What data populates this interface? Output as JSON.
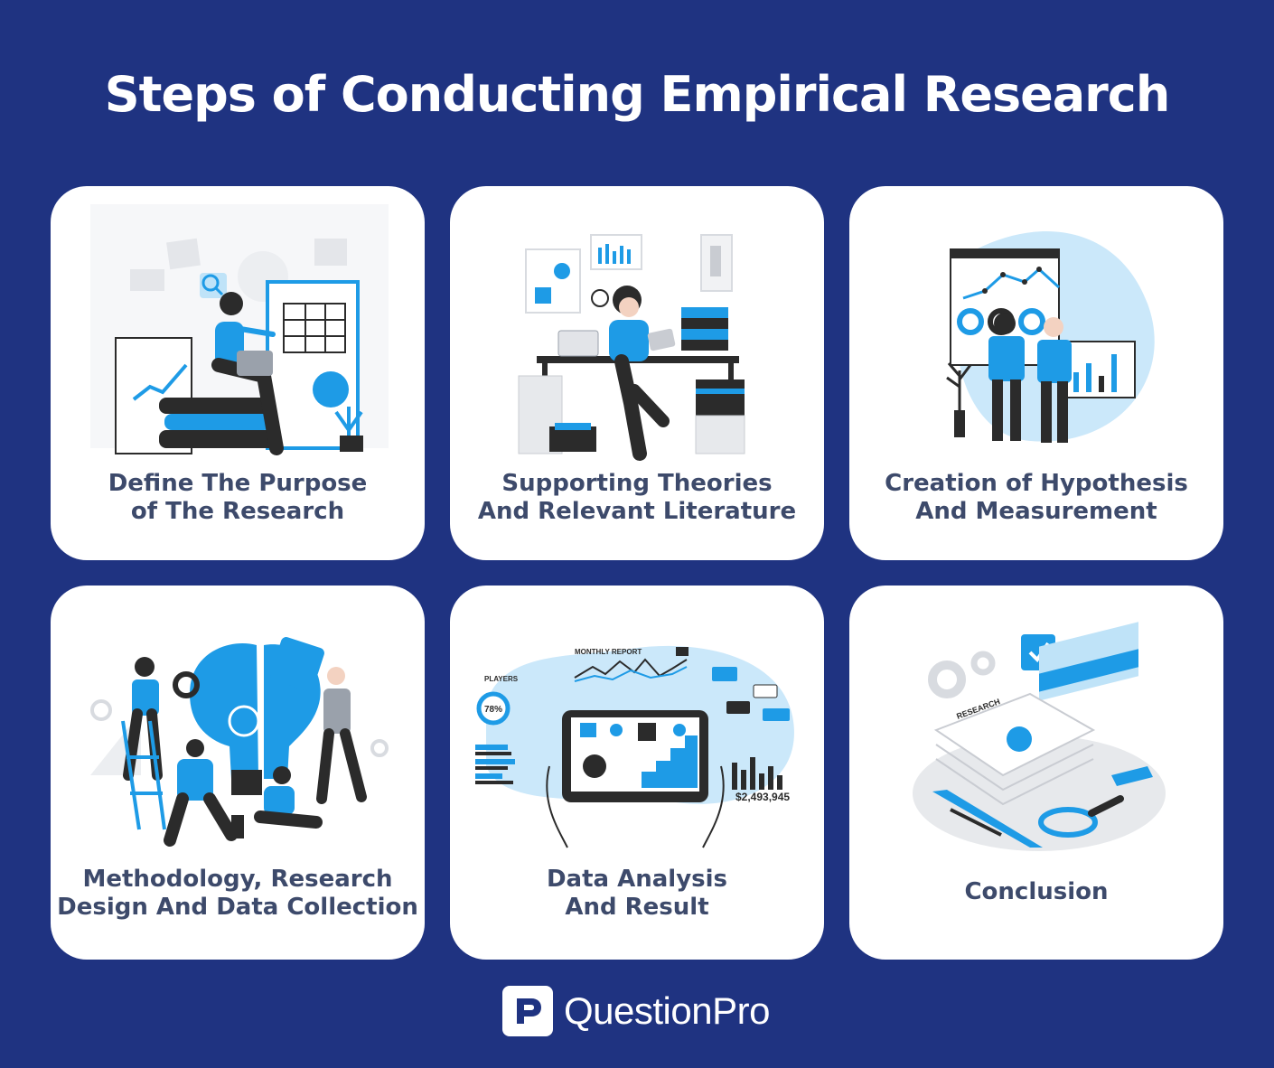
{
  "title": "Steps of Conducting Empirical Research",
  "steps": [
    {
      "line1": "Define The Purpose",
      "line2": "of The Research",
      "icon": "woman-laptop-planning-icon"
    },
    {
      "line1": "Supporting Theories",
      "line2": "And Relevant Literature",
      "icon": "man-desk-reading-icon"
    },
    {
      "line1": "Creation of Hypothesis",
      "line2": "And Measurement",
      "icon": "people-analyzing-charts-icon"
    },
    {
      "line1": "Methodology, Research",
      "line2": "Design And Data Collection",
      "icon": "team-puzzle-bulb-icon"
    },
    {
      "line1": "Data Analysis",
      "line2": "And Result",
      "icon": "tablet-dashboard-icon"
    },
    {
      "line1": "Conclusion",
      "line2": "",
      "icon": "research-report-books-icon"
    }
  ],
  "illustration_text": {
    "monthly_report": "MONTHLY REPORT",
    "players": "PLAYERS",
    "percent": "78%",
    "amount": "$2,493,945",
    "research": "RESEARCH"
  },
  "brand": {
    "name": "QuestionPro",
    "mark": "P"
  },
  "colors": {
    "background": "#1f3381",
    "accent": "#1e9be6",
    "card": "#ffffff",
    "caption": "#3d4a6b"
  }
}
